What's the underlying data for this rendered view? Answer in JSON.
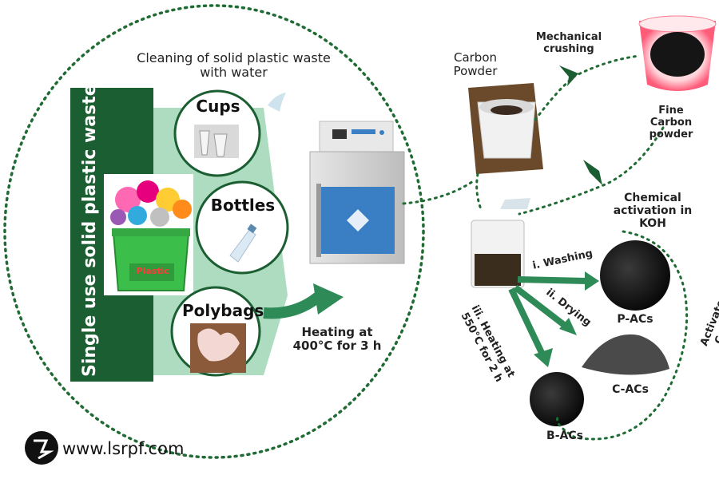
{
  "left_panel": {
    "banner_text": "Single use solid plastic waste",
    "bin_label": "Plastic",
    "items": [
      {
        "label": "Cups"
      },
      {
        "label": "Bottles"
      },
      {
        "label": "Polybags"
      }
    ]
  },
  "steps": {
    "cleaning": "Cleaning of  solid plastic waste\nwith water",
    "heating": "Heating at\n400°C for 3 h",
    "carbon_powder": "Carbon\nPowder",
    "mechanical": "Mechanical\ncrushing",
    "fine_powder": "Fine\nCarbon\npowder",
    "chemical": "Chemical\nactivation in KOH",
    "washing": "i. Washing",
    "drying": "ii. Drying",
    "heating2": "iii. Heating at\n550°C for 2 h"
  },
  "products": {
    "p": "P-ACs",
    "c": "C-ACs",
    "b": "B-ACs",
    "fibers": "Activated Carbon\nfibers"
  },
  "watermark": "www.lsrpf.com",
  "colors": {
    "green_dark": "#1b5e32",
    "green_mid": "#2e8b57",
    "green_light": "#9fd6b5",
    "dotted": "#1f6b33",
    "furnace_blue": "#3a7fc4",
    "carbon": "#1a1a1a"
  }
}
